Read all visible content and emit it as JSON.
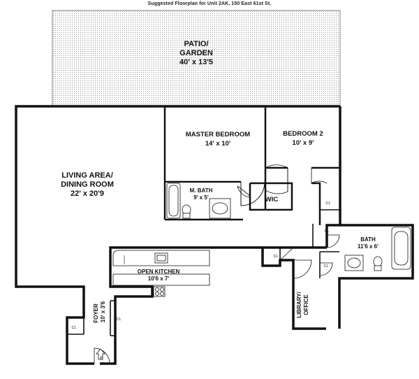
{
  "caption": "Suggested Floorplan for Unit 2AK, 150 East 61st St.",
  "rooms": {
    "patio": {
      "name_line1": "PATIO/",
      "name_line2": "GARDEN",
      "dims": "40' x 13'5"
    },
    "living": {
      "name_line1": "LIVING AREA/",
      "name_line2": "DINING ROOM",
      "dims": "22' x 20'9"
    },
    "master": {
      "name": "MASTER BEDROOM",
      "dims": "14' x 10'"
    },
    "bedroom2": {
      "name": "BEDROOM 2",
      "dims": "10' x 9'"
    },
    "mbath": {
      "name": "M. BATH",
      "dims": "9' x 5'"
    },
    "wic": {
      "name": "WIC"
    },
    "bath": {
      "name": "BATH",
      "dims": "11'6 x 6'"
    },
    "kitchen": {
      "name": "OPEN KITCHEN",
      "dims": "10'6 x 7'"
    },
    "foyer": {
      "name": "FOYER",
      "dims": "10' x 3'6"
    },
    "library": {
      "name_line1": "LIBRARY/",
      "name_line2": "OFFICE"
    }
  },
  "closet_label": "CL",
  "entry_label": "IN",
  "colors": {
    "wall": "#111111",
    "patio_dot": "#9a9a9a",
    "background": "#ffffff"
  }
}
